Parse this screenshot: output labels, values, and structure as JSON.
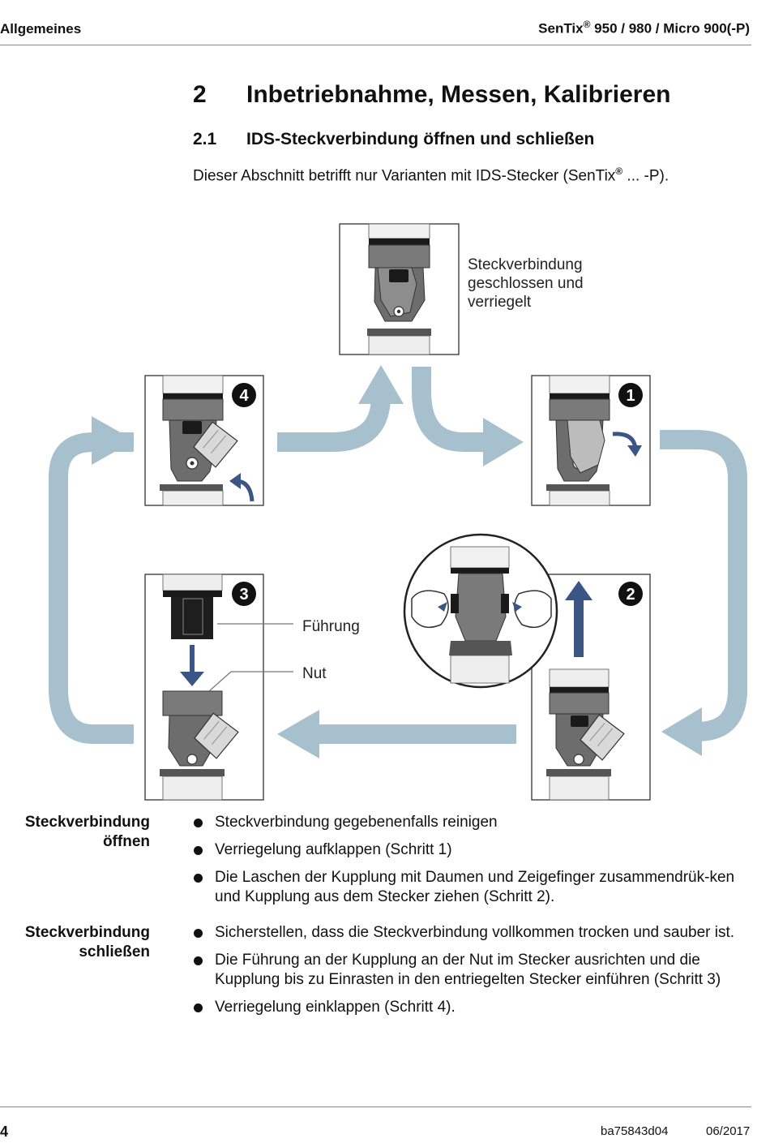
{
  "header": {
    "section": "Allgemeines",
    "product_name": "SenTix",
    "product_reg": "®",
    "product_models": " 950 / 980 / Micro 900(-P)"
  },
  "chapter": {
    "number": "2",
    "title": "Inbetriebnahme, Messen, Kalibrieren"
  },
  "section": {
    "number": "2.1",
    "title": "IDS-Steckverbindung öffnen und schließen"
  },
  "intro": {
    "before": "Dieser Abschnitt betrifft nur Varianten mit IDS-Stecker (SenTix",
    "reg": "®",
    "after": " ... -P)."
  },
  "figure": {
    "top_label": [
      "Steckverbindung",
      "geschlossen und",
      "verriegelt"
    ],
    "steps": [
      "1",
      "2",
      "3",
      "4"
    ],
    "label_guide": "Führung",
    "label_groove": "Nut",
    "colors": {
      "flow_arrow": "#a7c0cd",
      "action_arrow": "#3b5585",
      "device_body": "#707070",
      "device_frame": "#333333",
      "badge": "#111111",
      "seal": "#d06a2a"
    }
  },
  "open": {
    "label_line1": "Steckverbindung",
    "label_line2": "öffnen",
    "items": [
      "Steckverbindung gegebenenfalls reinigen",
      "Verriegelung aufklappen (Schritt 1)",
      "Die Laschen der Kupplung mit Daumen und Zeigefinger zusammendrük-ken und Kupplung aus dem Stecker ziehen (Schritt 2)."
    ]
  },
  "close": {
    "label_line1": "Steckverbindung",
    "label_line2": "schließen",
    "items": [
      "Sicherstellen, dass die Steckverbindung vollkommen trocken und sauber ist.",
      "Die Führung an der Kupplung an der Nut im Stecker ausrichten und die Kupplung bis zu Einrasten in den entriegelten Stecker einführen (Schritt 3)",
      "Verriegelung einklappen (Schritt 4)."
    ]
  },
  "footer": {
    "page_number": "4",
    "doc_id": "ba75843d04",
    "date": "06/2017"
  }
}
